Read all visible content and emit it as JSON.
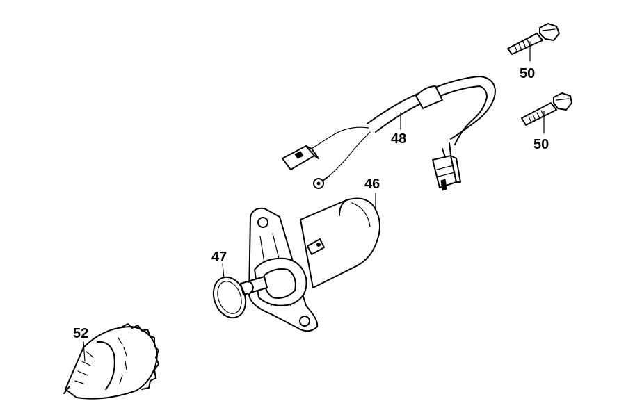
{
  "callouts": [
    {
      "id": "bolt-1",
      "label": "50"
    },
    {
      "id": "bolt-2",
      "label": "50"
    },
    {
      "id": "harness",
      "label": "48"
    },
    {
      "id": "motor",
      "label": "46"
    },
    {
      "id": "oring",
      "label": "47"
    },
    {
      "id": "drive",
      "label": "52"
    }
  ]
}
